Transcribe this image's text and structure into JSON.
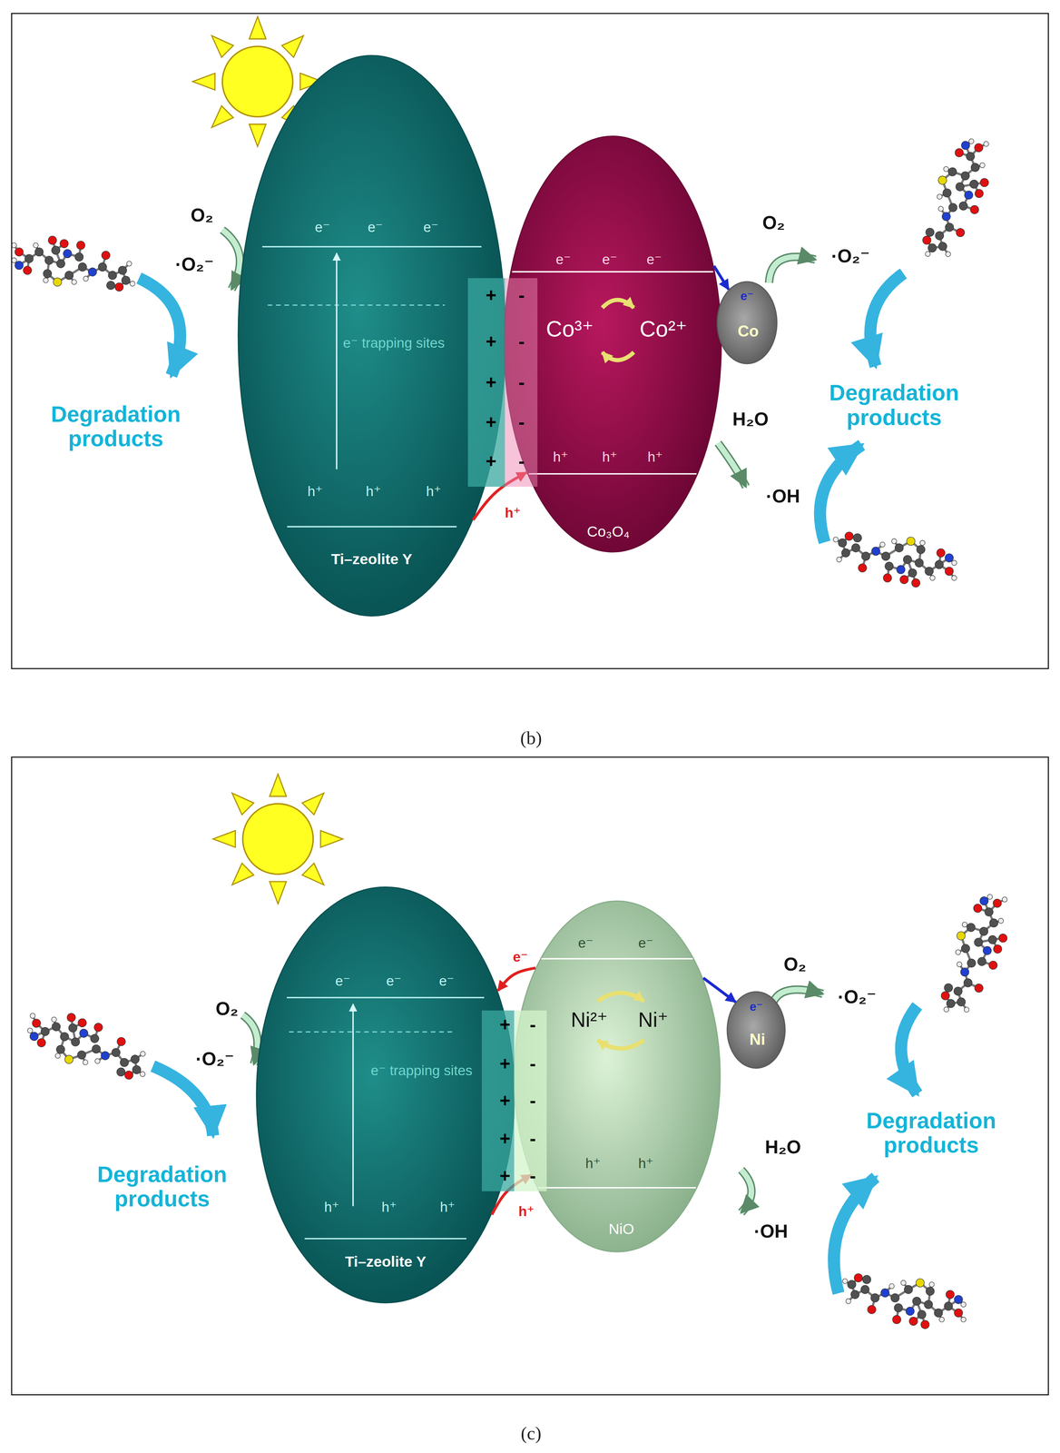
{
  "diagram": {
    "nodes": [
      {
        "text": [
          "(b)"
        ]
      },
      {
        "text": [
          "Ti–zeolite Y"
        ],
        "in": 0
      },
      {
        "text": [
          "Co₃O₄"
        ],
        "in": 0
      },
      {
        "text": [
          "e⁻",
          "Co"
        ],
        "in": 0
      },
      {
        "text": [
          "(c)"
        ]
      },
      {
        "text": [
          "Ti–zeolite Y"
        ],
        "in": 4
      },
      {
        "text": [
          "NiO"
        ],
        "in": 4
      },
      {
        "text": [
          "e⁻",
          "Ni"
        ],
        "in": 4
      }
    ],
    "edges": [
      {
        "from": 1,
        "to": 2,
        "arrow": "to",
        "label": "h⁺"
      },
      {
        "from": 2,
        "to": 3,
        "arrow": "to"
      },
      {
        "from": 5,
        "to": 6,
        "arrow": "to",
        "label": "h⁺"
      },
      {
        "from": 6,
        "to": 5,
        "arrow": "to",
        "label": "e⁻"
      },
      {
        "from": 6,
        "to": 7,
        "arrow": "to"
      }
    ],
    "labels": [
      "O₂",
      "·O₂⁻",
      "Degradation products",
      "e⁻",
      "e⁻",
      "e⁻",
      "e⁻ trapping sites",
      "h⁺",
      "h⁺",
      "h⁺",
      "+",
      "+",
      "+",
      "+",
      "+",
      "-",
      "-",
      "-",
      "-",
      "-",
      "e⁻",
      "e⁻",
      "e⁻",
      "Co³⁺",
      "Co²⁺",
      "h⁺",
      "h⁺",
      "h⁺",
      "O₂",
      "·O₂⁻",
      "Degradation products",
      "H₂O",
      "·OH",
      "O₂",
      "·O₂⁻",
      "Degradation products",
      "e⁻",
      "e⁻",
      "e⁻",
      "e⁻ trapping sites",
      "h⁺",
      "h⁺",
      "h⁺",
      "+",
      "+",
      "+",
      "+",
      "+",
      "-",
      "-",
      "-",
      "-",
      "-",
      "e⁻",
      "e⁻",
      "Ni²⁺",
      "Ni⁺",
      "h⁺",
      "h⁺",
      "O₂",
      "·O₂⁻",
      "Degradation products",
      "H₂O",
      "·OH"
    ]
  }
}
